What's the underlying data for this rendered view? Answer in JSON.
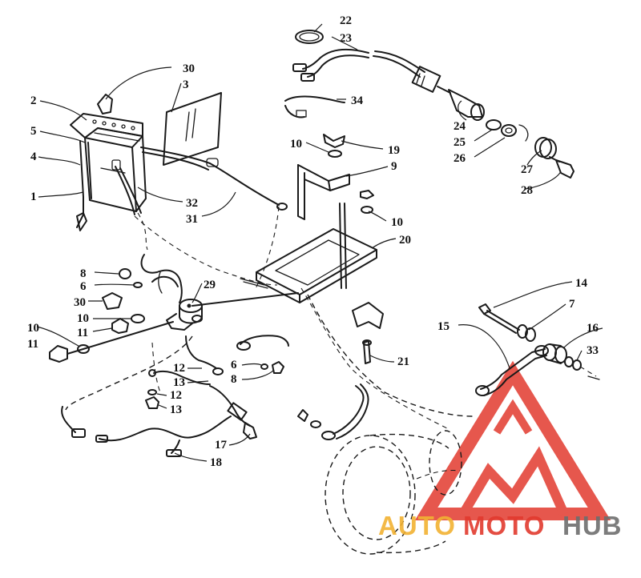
{
  "callouts": [
    {
      "id": "c22",
      "text": "22"
    },
    {
      "id": "c23",
      "text": "23"
    },
    {
      "id": "c30a",
      "text": "30"
    },
    {
      "id": "c3",
      "text": "3"
    },
    {
      "id": "c2",
      "text": "2"
    },
    {
      "id": "c34",
      "text": "34"
    },
    {
      "id": "c5",
      "text": "5"
    },
    {
      "id": "c4",
      "text": "4"
    },
    {
      "id": "c1",
      "text": "1"
    },
    {
      "id": "c32",
      "text": "32"
    },
    {
      "id": "c31",
      "text": "31"
    },
    {
      "id": "c10a",
      "text": "10"
    },
    {
      "id": "c19",
      "text": "19"
    },
    {
      "id": "c9",
      "text": "9"
    },
    {
      "id": "c24",
      "text": "24"
    },
    {
      "id": "c25",
      "text": "25"
    },
    {
      "id": "c26",
      "text": "26"
    },
    {
      "id": "c27",
      "text": "27"
    },
    {
      "id": "c28",
      "text": "28"
    },
    {
      "id": "c10b",
      "text": "10"
    },
    {
      "id": "c20",
      "text": "20"
    },
    {
      "id": "c8a",
      "text": "8"
    },
    {
      "id": "c6a",
      "text": "6"
    },
    {
      "id": "c29",
      "text": "29"
    },
    {
      "id": "c30b",
      "text": "30"
    },
    {
      "id": "c10c",
      "text": "10"
    },
    {
      "id": "c10d",
      "text": "10"
    },
    {
      "id": "c11a",
      "text": "11"
    },
    {
      "id": "c11b",
      "text": "11"
    },
    {
      "id": "c14",
      "text": "14"
    },
    {
      "id": "c7",
      "text": "7"
    },
    {
      "id": "c15",
      "text": "15"
    },
    {
      "id": "c16",
      "text": "16"
    },
    {
      "id": "c33",
      "text": "33"
    },
    {
      "id": "c21",
      "text": "21"
    },
    {
      "id": "c6b",
      "text": "6"
    },
    {
      "id": "c8b",
      "text": "8"
    },
    {
      "id": "c12a",
      "text": "12"
    },
    {
      "id": "c13a",
      "text": "13"
    },
    {
      "id": "c12b",
      "text": "12"
    },
    {
      "id": "c13b",
      "text": "13"
    },
    {
      "id": "c17",
      "text": "17"
    },
    {
      "id": "c18",
      "text": "18"
    }
  ],
  "watermark": {
    "text_auto": "AUTO",
    "text_moto": "MOTO",
    "text_hub": "HUB",
    "colors": {
      "red": "#e23a2e",
      "orange": "#f2b233",
      "gray": "#6e6e6e"
    }
  },
  "line_color": "#1a1a1a",
  "background": "#ffffff"
}
